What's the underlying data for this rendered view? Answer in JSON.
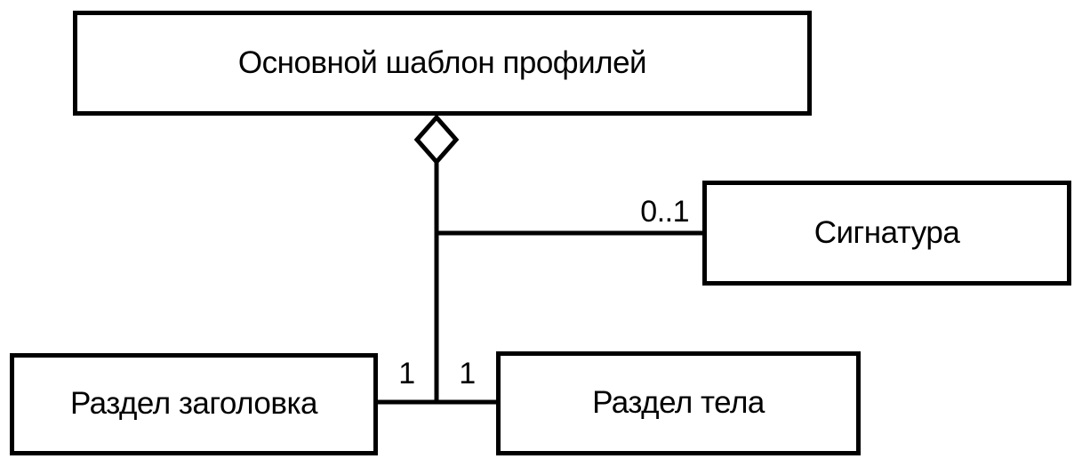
{
  "diagram": {
    "kind": "uml-class-aggregation",
    "background_color": "#ffffff",
    "stroke_color": "#000000",
    "text_color": "#000000",
    "nodes": [
      {
        "id": "profile-template",
        "label": "Основной шаблон профилей"
      },
      {
        "id": "signature",
        "label": "Сигнатура"
      },
      {
        "id": "header-section",
        "label": "Раздел заголовка"
      },
      {
        "id": "body-section",
        "label": "Раздел тела"
      }
    ],
    "relations": [
      {
        "from": "profile-template",
        "to": "signature",
        "type": "aggregation",
        "multiplicity": "0..1"
      },
      {
        "from": "profile-template",
        "to": "header-section",
        "type": "aggregation",
        "multiplicity": "1"
      },
      {
        "from": "profile-template",
        "to": "body-section",
        "type": "aggregation",
        "multiplicity": "1"
      }
    ]
  }
}
